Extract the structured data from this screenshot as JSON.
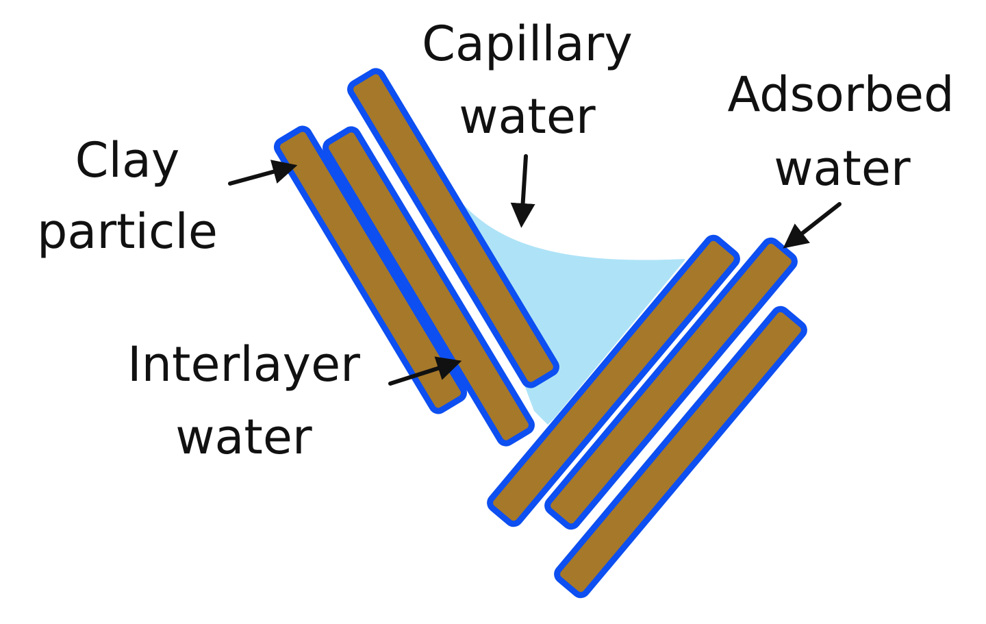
{
  "labels": {
    "capillary": {
      "line1": "Capillary",
      "line2": "water"
    },
    "adsorbed": {
      "line1": "Adsorbed",
      "line2": "water"
    },
    "clay": {
      "line1": "Clay",
      "line2": "particle"
    },
    "interlayer": {
      "line1": "Interlayer",
      "line2": "water"
    }
  },
  "colors": {
    "particle_fill": "#a6782a",
    "particle_stroke": "#0d4ff0",
    "capillary_water": "#aee3f7",
    "text": "#111111",
    "arrow": "#111111"
  }
}
